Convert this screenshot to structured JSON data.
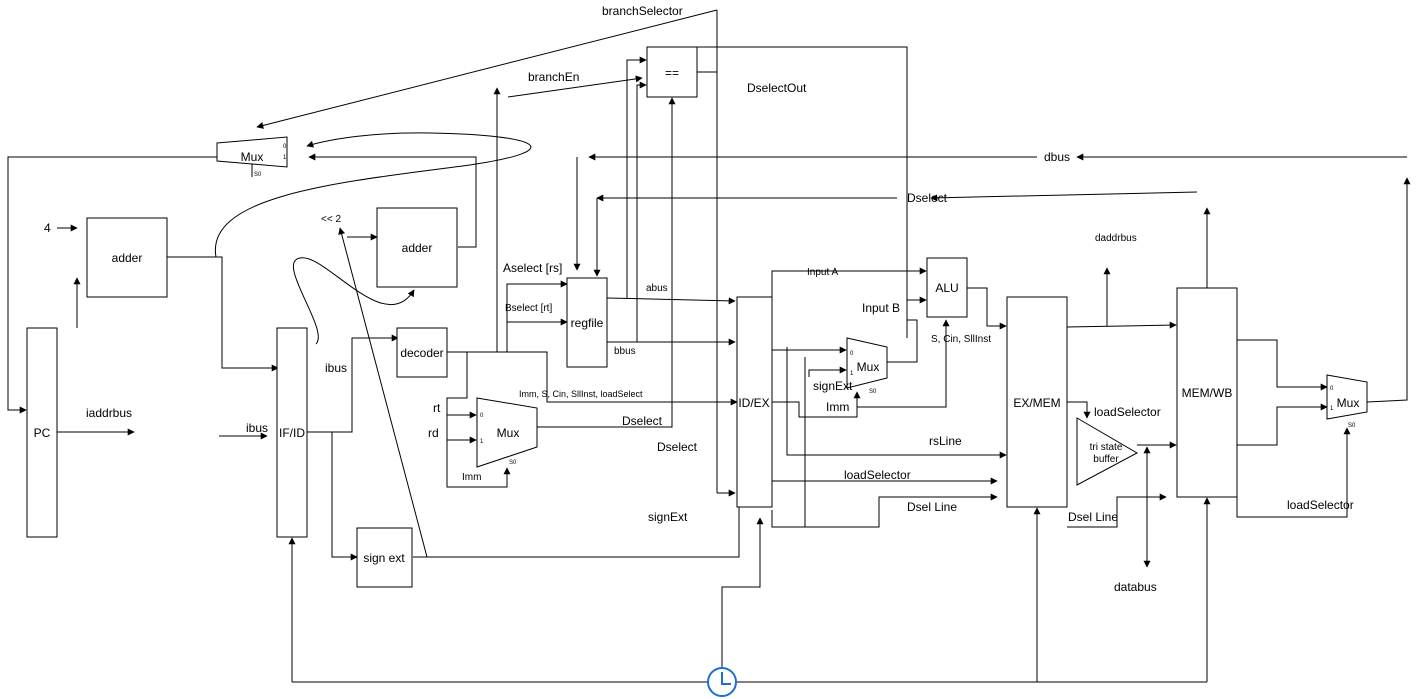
{
  "blocks": {
    "pc": "PC",
    "adder_pc": "adder",
    "adder_branch": "adder",
    "if_id": "IF/ID",
    "decoder": "decoder",
    "sign_ext": "sign ext",
    "regfile": "regfile",
    "comparator": "==",
    "id_ex": "ID/EX",
    "alu": "ALU",
    "ex_mem": "EX/MEM",
    "mem_wb": "MEM/WB",
    "tristate": "tri state",
    "tristate2": "buffer"
  },
  "muxes": {
    "pc_mux": "Mux",
    "dsel_mux": "Mux",
    "alu_mux": "Mux",
    "wb_mux": "Mux"
  },
  "mux_pins": {
    "in0": "0",
    "in1": "1",
    "sel": "S0"
  },
  "signals": {
    "branchSelector": "branchSelector",
    "branchEn": "branchEn",
    "DselectOut": "DselectOut",
    "dbus": "dbus",
    "Dselect_top": "Dselect",
    "four": "4",
    "shift2": "<< 2",
    "daddrbus": "daddrbus",
    "Aselect": "Aselect [rs]",
    "Bselect": "Bselect [rt]",
    "abus": "abus",
    "bbus": "bbus",
    "inputA": "Input A",
    "inputB": "Input B",
    "alu_ctrl": "S, Cin, SllInst",
    "ibus_top": "ibus",
    "iaddrbus": "iaddrbus",
    "ibus_left": "ibus",
    "rt": "rt",
    "rd": "rd",
    "imm_mux": "Imm",
    "ctrl_bundle": "Imm, S, Cin, SllInst, loadSelect",
    "Dselect_mid": "Dselect",
    "Dselect_low": "Dselect",
    "signExt_alu": "signExt",
    "imm_alu": "Imm",
    "loadSelector_top": "loadSelector",
    "rsLine": "rsLine",
    "loadSelector_mid": "loadSelector",
    "dselLine1": "Dsel Line",
    "dselLine2": "Dsel Line",
    "signExt_low": "signExt",
    "databus": "databus",
    "loadSelector_right": "loadSelector"
  }
}
